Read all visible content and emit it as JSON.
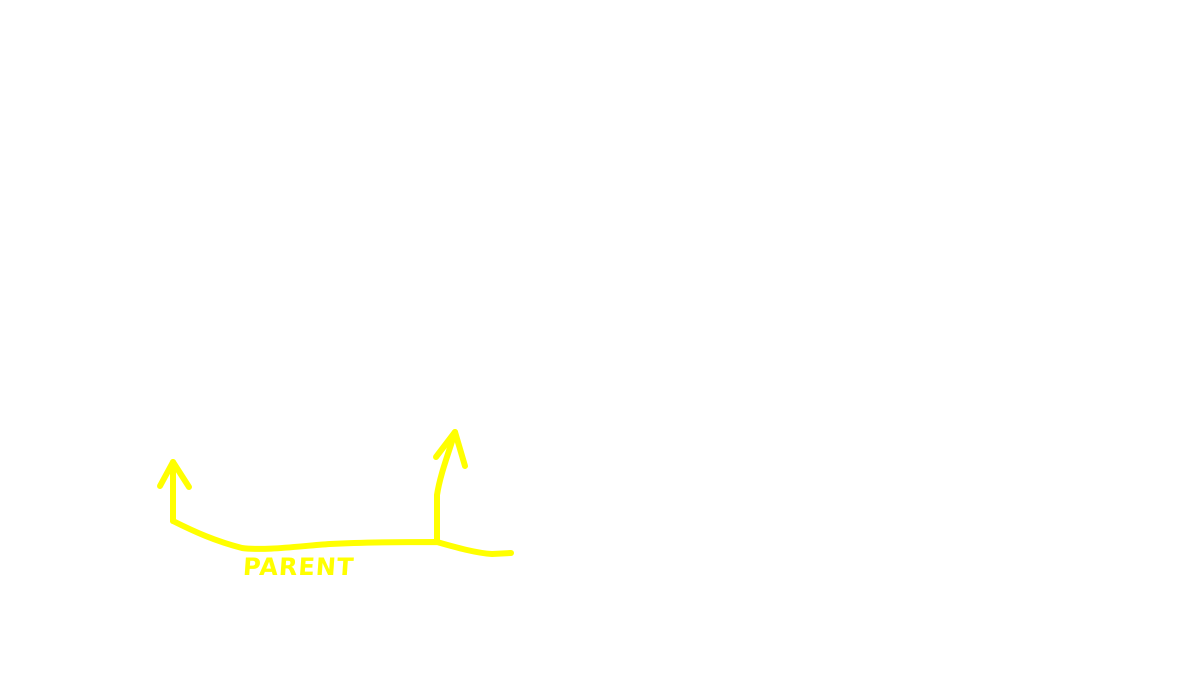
{
  "diagram": {
    "color": "#ffff00",
    "background": "#ffffff",
    "nodes": [
      {
        "id": "parent",
        "label": "PARENT"
      }
    ],
    "edges": [
      {
        "from": "parent",
        "to": "branch-left",
        "style": "arrow-up"
      },
      {
        "from": "parent",
        "to": "branch-right",
        "style": "arrow-up"
      }
    ]
  }
}
